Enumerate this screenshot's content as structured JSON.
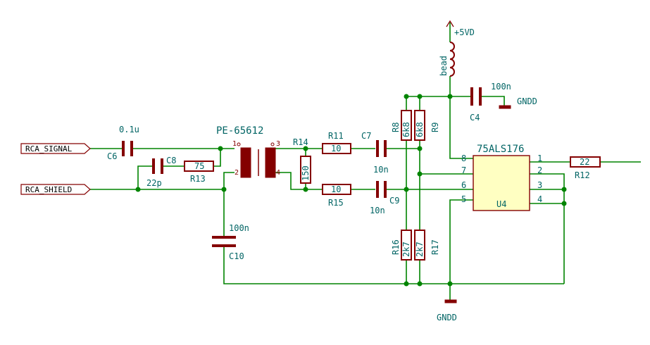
{
  "ports": {
    "rca_signal": "RCA_SIGNAL",
    "rca_shield": "RCA_SHIELD"
  },
  "power": {
    "vcc": "+5VD",
    "gnd_top": "GNDD",
    "gnd_bottom": "GNDD",
    "bead": "bead"
  },
  "components": {
    "C6": {
      "ref": "C6",
      "value": "0.1u"
    },
    "C8": {
      "ref": "C8",
      "value": "22p"
    },
    "R13": {
      "ref": "R13",
      "value": "75"
    },
    "T1": {
      "value": "PE-65612",
      "pin1": "1",
      "pin2": "2",
      "pin3": "3",
      "pin4": "4"
    },
    "R14": {
      "ref": "R14",
      "value": "150"
    },
    "R11": {
      "ref": "R11",
      "value": "10"
    },
    "R15": {
      "ref": "R15",
      "value": "10"
    },
    "C7": {
      "ref": "C7",
      "value": "10n"
    },
    "C9": {
      "ref": "C9",
      "value": "10n"
    },
    "R8": {
      "ref": "R8",
      "value": "6k8"
    },
    "R9": {
      "ref": "R9",
      "value": "6k8"
    },
    "R16": {
      "ref": "R16",
      "value": "2k7"
    },
    "R17": {
      "ref": "R17",
      "value": "2k7"
    },
    "C4": {
      "ref": "C4",
      "value": "100n"
    },
    "C10": {
      "ref": "C10",
      "value": "100n"
    },
    "U4": {
      "ref": "U4",
      "value": "75ALS176",
      "pins": [
        "8",
        "7",
        "6",
        "5",
        "1",
        "2",
        "3",
        "4"
      ]
    },
    "R12": {
      "ref": "R12",
      "value": "22"
    }
  }
}
